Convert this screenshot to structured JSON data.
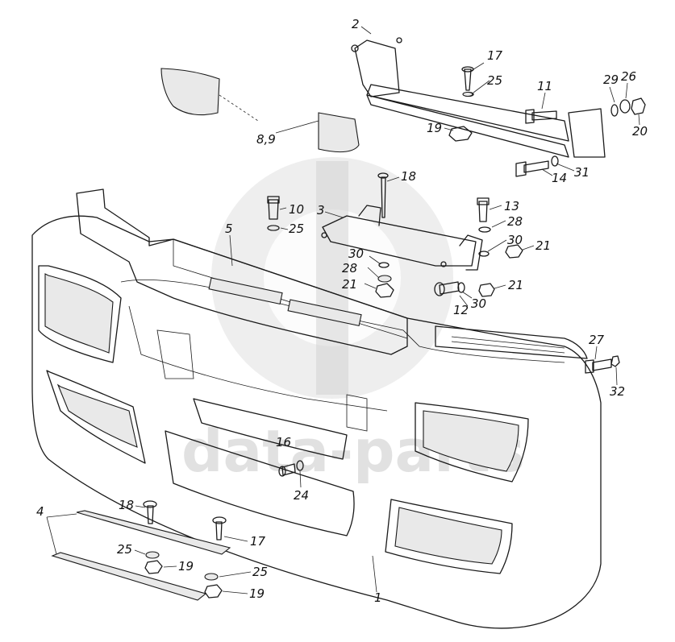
{
  "watermark": {
    "text": "data-parts",
    "color": "#c8c8c8"
  },
  "callouts": {
    "c1": "1",
    "c2": "2",
    "c3": "3",
    "c4": "4",
    "c5": "5",
    "c8_9": "8,9",
    "c10": "10",
    "c11": "11",
    "c12": "12",
    "c13": "13",
    "c14": "14",
    "c16": "16",
    "c17a": "17",
    "c17b": "17",
    "c18a": "18",
    "c18b": "18",
    "c19a": "19",
    "c19b": "19",
    "c19c": "19",
    "c20": "20",
    "c21a": "21",
    "c21b": "21",
    "c21c": "21",
    "c24": "24",
    "c25a": "25",
    "c25b": "25",
    "c25c": "25",
    "c25d": "25",
    "c26": "26",
    "c27": "27",
    "c28a": "28",
    "c28b": "28",
    "c29": "29",
    "c30a": "30",
    "c30b": "30",
    "c30c": "30",
    "c31": "31",
    "c32": "32"
  }
}
